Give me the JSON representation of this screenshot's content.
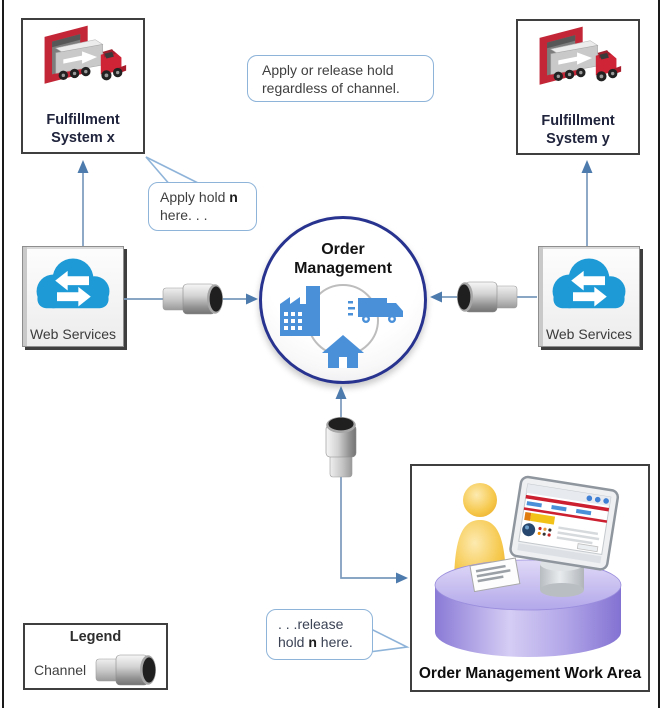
{
  "colors": {
    "cloud_blue": "#1e9bd7",
    "circle_border": "#27338f",
    "connector_line": "#7a99bd",
    "arrow_head": "#4e7bad",
    "callout_border": "#8fb4d9",
    "box_border": "#3f3f3f",
    "truck_red": "#c9202e",
    "work_area_purple": "#b2a6e8",
    "person_gold": "#f2b832",
    "icon_blue": "#4a90d9"
  },
  "nodes": {
    "fulfillment_x": {
      "line1": "Fulfillment",
      "line2": "System x",
      "icon": "loading-dock-truck-icon"
    },
    "fulfillment_y": {
      "line1": "Fulfillment",
      "line2": "System y",
      "icon": "loading-dock-truck-icon"
    },
    "web_services_left": {
      "label": "Web Services",
      "icon": "cloud-transfer-icon"
    },
    "web_services_right": {
      "label": "Web Services",
      "icon": "cloud-transfer-icon"
    },
    "order_management": {
      "line1": "Order",
      "line2": "Management",
      "icons": [
        "factory-icon",
        "delivery-truck-icon",
        "house-icon"
      ]
    },
    "work_area": {
      "label": "Order Management Work Area",
      "icons": [
        "person-icon",
        "monitor-icon",
        "document-icon",
        "desk-cylinder-icon"
      ]
    }
  },
  "callouts": {
    "top_note": {
      "line1": "Apply or release hold",
      "line2": "regardless of channel."
    },
    "apply_hold": {
      "line1_pre": "Apply hold ",
      "line1_bold": "n",
      "line2": "here. . ."
    },
    "release_hold": {
      "line1": ". . .release",
      "line2_pre": "hold ",
      "line2_bold": "n",
      "line2_post": " here."
    }
  },
  "legend": {
    "title": "Legend",
    "channel_label": "Channel",
    "channel_icon": "channel-coupling-icon"
  }
}
